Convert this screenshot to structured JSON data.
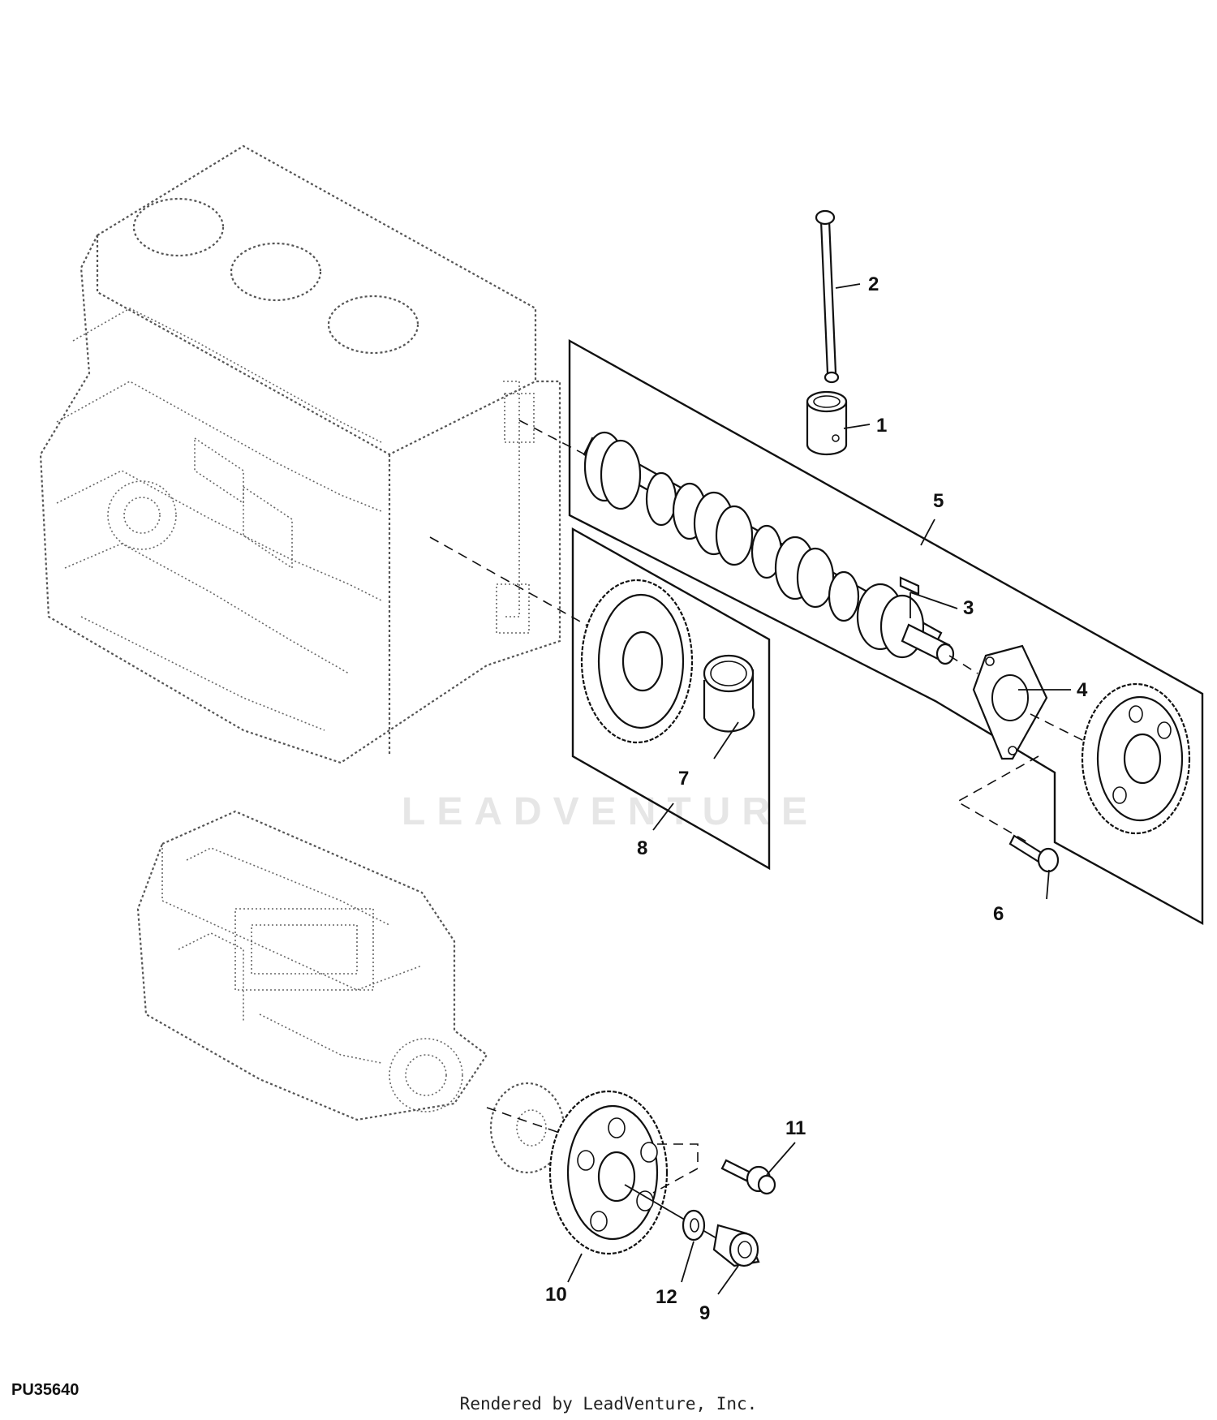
{
  "watermark": "LEADVENTURE",
  "figure_id": "PU35640",
  "credit": "Rendered by LeadVenture, Inc.",
  "callouts": [
    {
      "id": "1",
      "label": "1"
    },
    {
      "id": "2",
      "label": "2"
    },
    {
      "id": "3",
      "label": "3"
    },
    {
      "id": "4",
      "label": "4"
    },
    {
      "id": "5",
      "label": "5"
    },
    {
      "id": "6",
      "label": "6"
    },
    {
      "id": "7",
      "label": "7"
    },
    {
      "id": "8",
      "label": "8"
    },
    {
      "id": "9",
      "label": "9"
    },
    {
      "id": "10",
      "label": "10"
    },
    {
      "id": "11",
      "label": "11"
    },
    {
      "id": "12",
      "label": "12"
    }
  ]
}
